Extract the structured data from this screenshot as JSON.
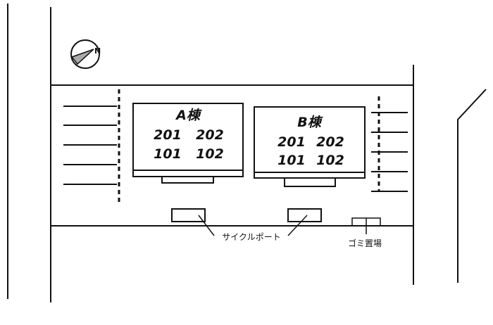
{
  "buildings": [
    {
      "name": "A棟",
      "units_top": [
        "201",
        "202"
      ],
      "units_bottom": [
        "101",
        "102"
      ]
    },
    {
      "name": "B棟",
      "units_top": [
        "201",
        "202"
      ],
      "units_bottom": [
        "101",
        "102"
      ]
    }
  ],
  "labels": {
    "cycle_port": "サイクルポート",
    "garbage": "ゴミ置場"
  },
  "icons": {
    "compass": "north-arrow-icon"
  }
}
